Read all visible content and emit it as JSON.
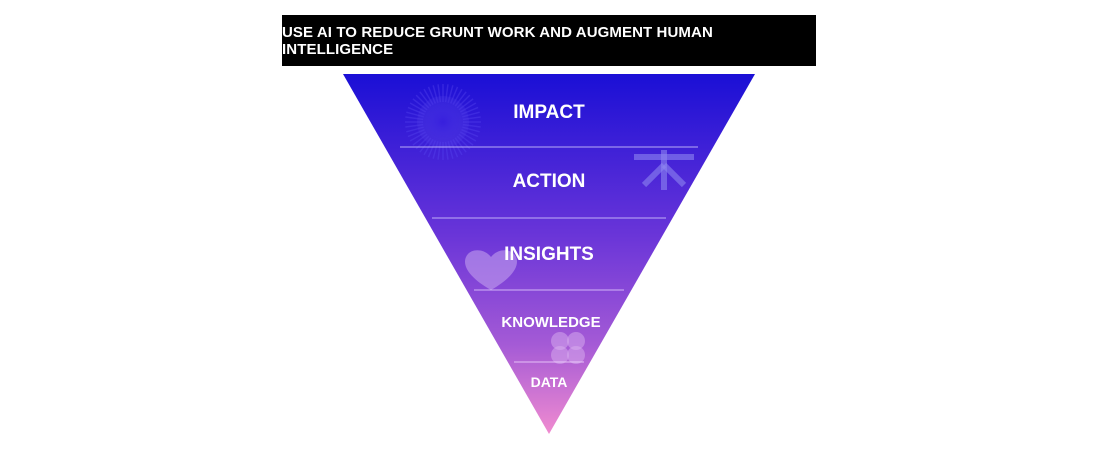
{
  "banner": {
    "title": "USE AI TO REDUCE GRUNT WORK AND AUGMENT HUMAN INTELLIGENCE"
  },
  "pyramid": {
    "levels": [
      {
        "label": "IMPACT"
      },
      {
        "label": "ACTION"
      },
      {
        "label": "INSIGHTS"
      },
      {
        "label": "KNOWLEDGE"
      },
      {
        "label": "DATA"
      }
    ],
    "colors": {
      "top": "#1a0fd6",
      "mid": "#8a4fd8",
      "bottom": "#f07fcf",
      "banner": "#000000"
    }
  }
}
